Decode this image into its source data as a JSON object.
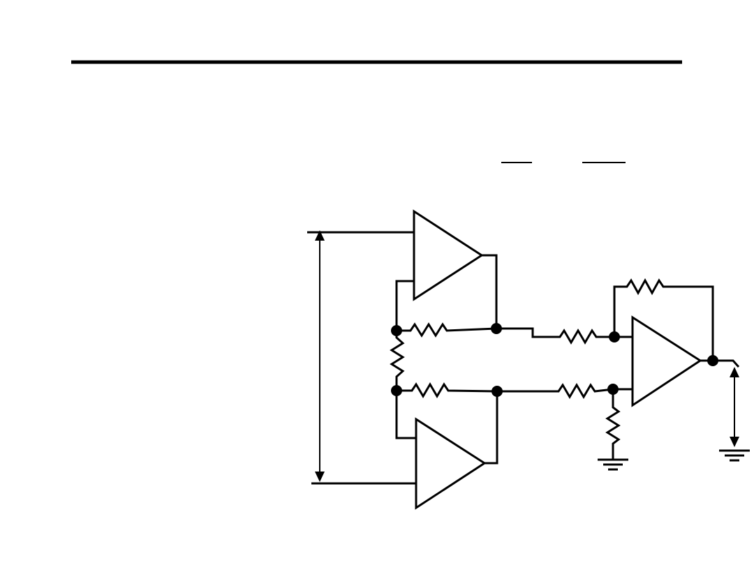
{
  "slide": {
    "title": "",
    "has_title_rule": true
  },
  "formula": {
    "fraction_bars": 2
  },
  "circuit": {
    "type": "three-op-amp instrumentation amplifier",
    "op_amps": [
      {
        "id": "input-buffer-top",
        "role": "non-inverting input buffer"
      },
      {
        "id": "input-buffer-bottom",
        "role": "non-inverting input buffer"
      },
      {
        "id": "difference-amplifier",
        "role": "difference amplifier"
      }
    ],
    "resistors": [
      {
        "id": "gain-resistor",
        "orientation": "vertical"
      },
      {
        "id": "top-feedback-resistor",
        "orientation": "horizontal"
      },
      {
        "id": "bottom-feedback-resistor",
        "orientation": "horizontal"
      },
      {
        "id": "diff-input-resistor-top",
        "orientation": "horizontal"
      },
      {
        "id": "diff-input-resistor-bottom",
        "orientation": "horizontal"
      },
      {
        "id": "diff-feedback-resistor",
        "orientation": "horizontal"
      },
      {
        "id": "diff-ground-resistor",
        "orientation": "vertical"
      }
    ],
    "grounds": 2,
    "junction_nodes": 7,
    "voltage_arrows": [
      "input-differential-voltage",
      "output-voltage"
    ],
    "colors": {
      "stroke": "#000000",
      "background": "#ffffff"
    }
  }
}
